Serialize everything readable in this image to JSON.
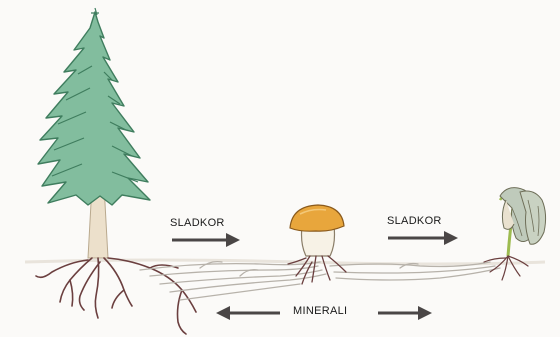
{
  "labels": {
    "sugar_left": "SLADKOR",
    "sugar_right": "SLADKOR",
    "minerals": "MINERALI"
  },
  "figures": {
    "tree": "spruce-tree",
    "mushroom": "mushroom",
    "seedling": "seedling"
  },
  "colors": {
    "foliage": "#7fb89a",
    "foliage_dark": "#4d8a6b",
    "trunk": "#e9dcc6",
    "cap": "#e7a53c",
    "stem": "#f6f1e6",
    "seedling_leaf": "#b7c7b3",
    "seedling_stem": "#a8c25a",
    "arrow": "#4a4646",
    "root": "#6b3f3f",
    "hypha": "#b5b0a8"
  }
}
